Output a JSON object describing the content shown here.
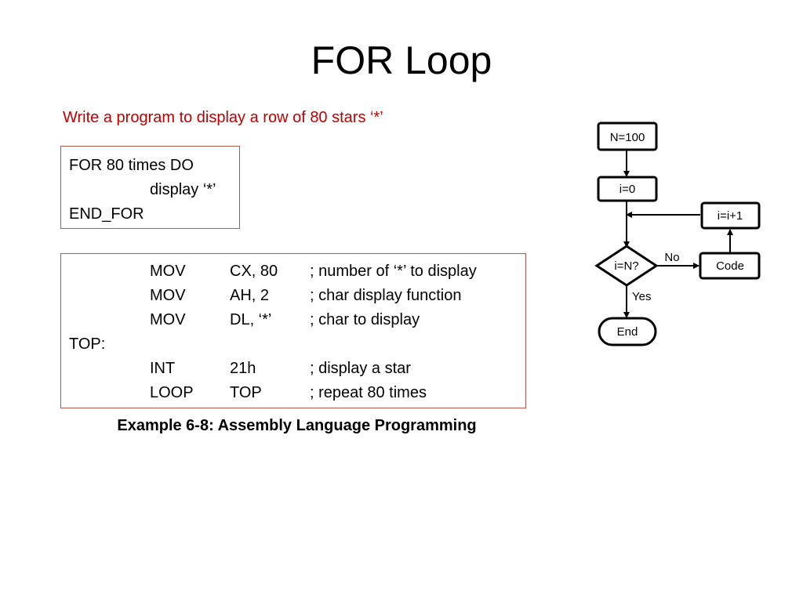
{
  "slide": {
    "title": "FOR Loop",
    "prompt": "Write a program to display a row of 80 stars ‘*’"
  },
  "pseudocode": {
    "lines": [
      "FOR 80 times DO",
      "display ‘*’",
      "END_FOR"
    ]
  },
  "assembly": {
    "rows": [
      {
        "op": "MOV",
        "arg": "CX, 80",
        "comment": "; number of ‘*’ to display"
      },
      {
        "op": "MOV",
        "arg": "AH, 2",
        "comment": "; char display function"
      },
      {
        "op": "MOV",
        "arg": "DL, ‘*’",
        "comment": "; char to display"
      }
    ],
    "label": "TOP:",
    "rows2": [
      {
        "op": "INT",
        "arg": "21h",
        "comment": "; display a star"
      },
      {
        "op": "LOOP",
        "arg": "TOP",
        "comment": "; repeat 80 times"
      }
    ]
  },
  "caption": "Example 6-8: Assembly Language Programming",
  "flowchart": {
    "init": "N=100",
    "counter": "i=0",
    "increment": "i=i+1",
    "decision": "i=N?",
    "no_label": "No",
    "yes_label": "Yes",
    "code": "Code",
    "end": "End"
  }
}
